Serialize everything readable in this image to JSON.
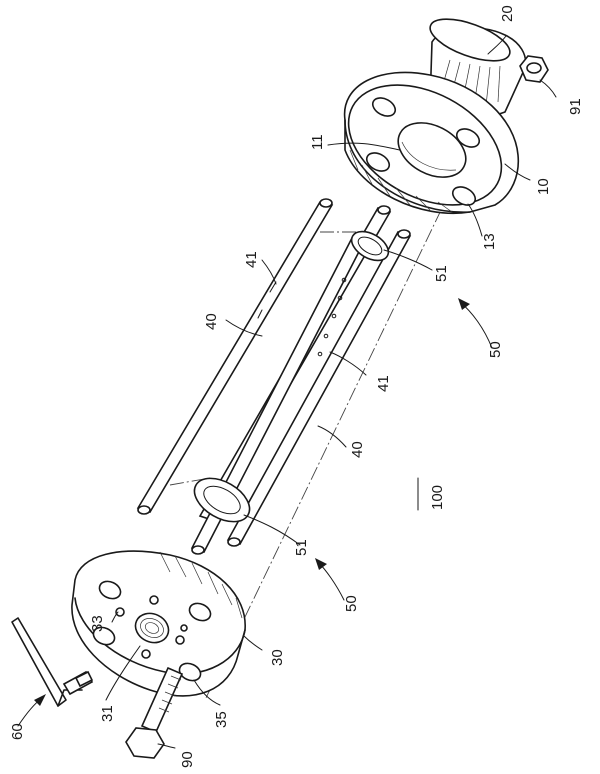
{
  "labels": {
    "l20": "20",
    "l91": "91",
    "l11": "11",
    "l10": "10",
    "l13": "13",
    "l41a": "41",
    "l40a": "40",
    "l51a": "51",
    "l50a": "50",
    "l41b": "41",
    "l40b": "40",
    "l100": "100",
    "l51b": "51",
    "l50b": "50",
    "l33": "33",
    "l30": "30",
    "l31": "31",
    "l35": "35",
    "l60": "60",
    "l90": "90"
  }
}
